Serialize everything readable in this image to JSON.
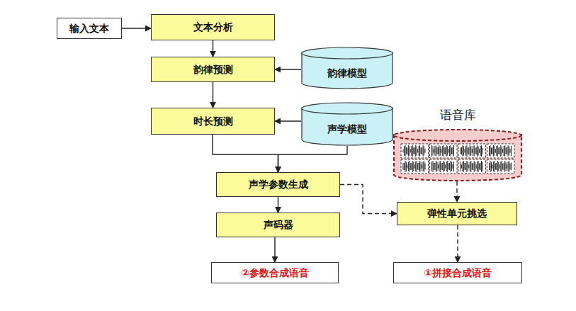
{
  "diagram": {
    "nodes": [
      {
        "text": [
          "输入文本"
        ]
      },
      {
        "text": [
          "文本分析"
        ]
      },
      {
        "text": [
          "韵律预测"
        ]
      },
      {
        "text": [
          "韵律模型"
        ]
      },
      {
        "text": [
          "时长预测"
        ]
      },
      {
        "text": [
          "声学模型"
        ]
      },
      {
        "text": [
          "语音库"
        ]
      },
      {
        "text": [
          "声学参数生成"
        ]
      },
      {
        "text": [
          "声码器"
        ]
      },
      {
        "text": [
          "弹性单元挑选"
        ]
      },
      {
        "text": [
          "②参数合成语音"
        ]
      },
      {
        "text": [
          "①拼接合成语音"
        ]
      }
    ],
    "edges": [
      {
        "from": 0,
        "to": 1,
        "arrow": "to"
      },
      {
        "from": 1,
        "to": 2,
        "arrow": "to"
      },
      {
        "from": 3,
        "to": 2,
        "arrow": "to"
      },
      {
        "from": 2,
        "to": 4,
        "arrow": "to"
      },
      {
        "from": 5,
        "to": 4,
        "arrow": "to"
      },
      {
        "from": 4,
        "to": 7,
        "arrow": "to"
      },
      {
        "from": 5,
        "to": 7,
        "arrow": "to"
      },
      {
        "from": 7,
        "to": 8,
        "arrow": "to"
      },
      {
        "from": 8,
        "to": 10,
        "arrow": "to"
      },
      {
        "from": 7,
        "to": 9,
        "arrow": "to"
      },
      {
        "from": 6,
        "to": 9,
        "arrow": "to"
      },
      {
        "from": 9,
        "to": 11,
        "arrow": "to"
      }
    ]
  }
}
